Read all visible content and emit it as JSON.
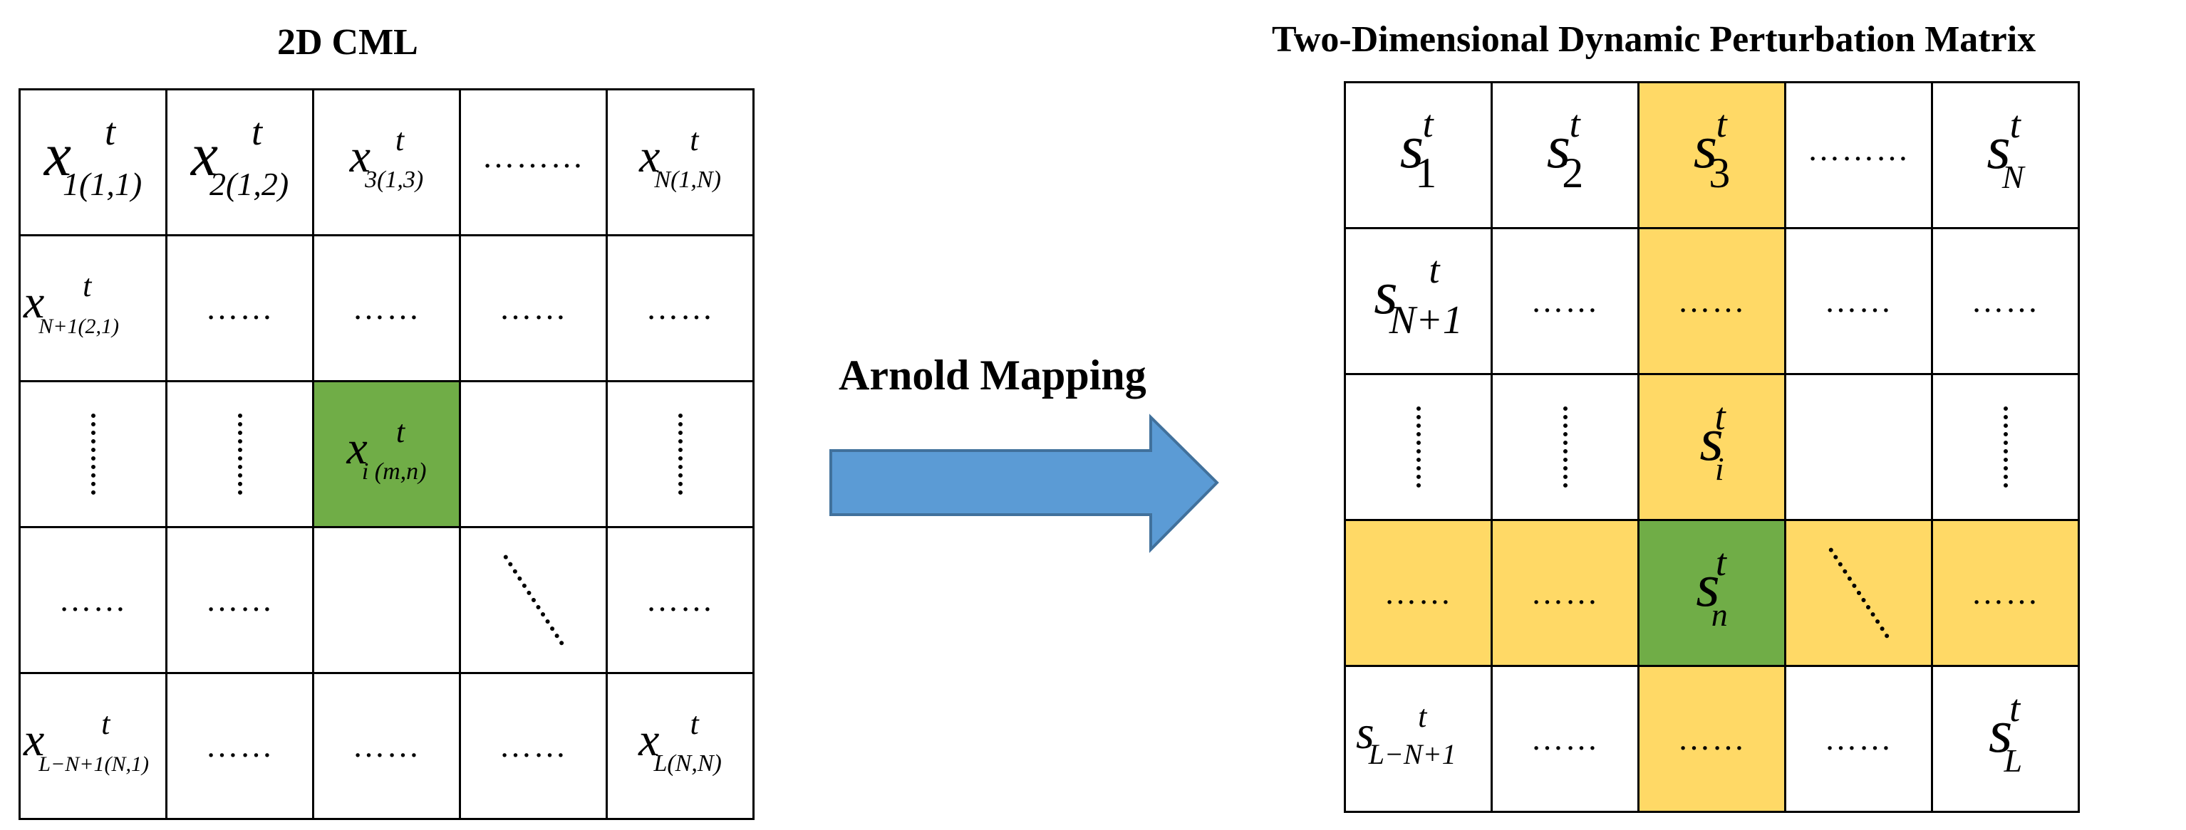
{
  "left_title": "2D CML",
  "right_title": "Two-Dimensional Dynamic Perturbation Matrix",
  "arrow_label": "Arnold Mapping",
  "ellipsis_long": "………",
  "ellipsis_short": "……",
  "colors": {
    "highlight": "#ffd966",
    "center": "#70ad47",
    "arrow": "#5b9bd5",
    "arrow_stroke": "#41719c"
  },
  "left": {
    "r1c1": {
      "base": "x",
      "sup": "t",
      "sub": "1(1,1)"
    },
    "r1c2": {
      "base": "x",
      "sup": "t",
      "sub": "2(1,2)"
    },
    "r1c3": {
      "base": "x",
      "sup": "t",
      "sub": "3(1,3)"
    },
    "r1c5": {
      "base": "x",
      "sup": "t",
      "sub": "N(1,N)"
    },
    "r2c1": {
      "base": "x",
      "sup": "t",
      "sub": "N+1(2,1)"
    },
    "r3c3": {
      "base": "x",
      "sup": "t",
      "sub": "i (m,n)"
    },
    "r5c1": {
      "base": "x",
      "sup": "t",
      "sub": "L−N+1(N,1)"
    },
    "r5c5": {
      "base": "x",
      "sup": "t",
      "sub": "L(N,N)"
    }
  },
  "right": {
    "r1c1": {
      "base": "s",
      "sup": "t",
      "sub": "1"
    },
    "r1c2": {
      "base": "s",
      "sup": "t",
      "sub": "2"
    },
    "r1c3": {
      "base": "s",
      "sup": "t",
      "sub": "3"
    },
    "r1c5": {
      "base": "s",
      "sup": "t",
      "sub": "N"
    },
    "r2c1": {
      "base": "s",
      "sup": "t",
      "sub": "N+1"
    },
    "r3c3": {
      "base": "s",
      "sup": "t",
      "sub": "i"
    },
    "r4c3": {
      "base": "s",
      "sup": "t",
      "sub": "n"
    },
    "r5c1": {
      "base": "s",
      "sup": "t",
      "sub": "L−N+1"
    },
    "r5c5": {
      "base": "s",
      "sup": "t",
      "sub": "L"
    }
  }
}
